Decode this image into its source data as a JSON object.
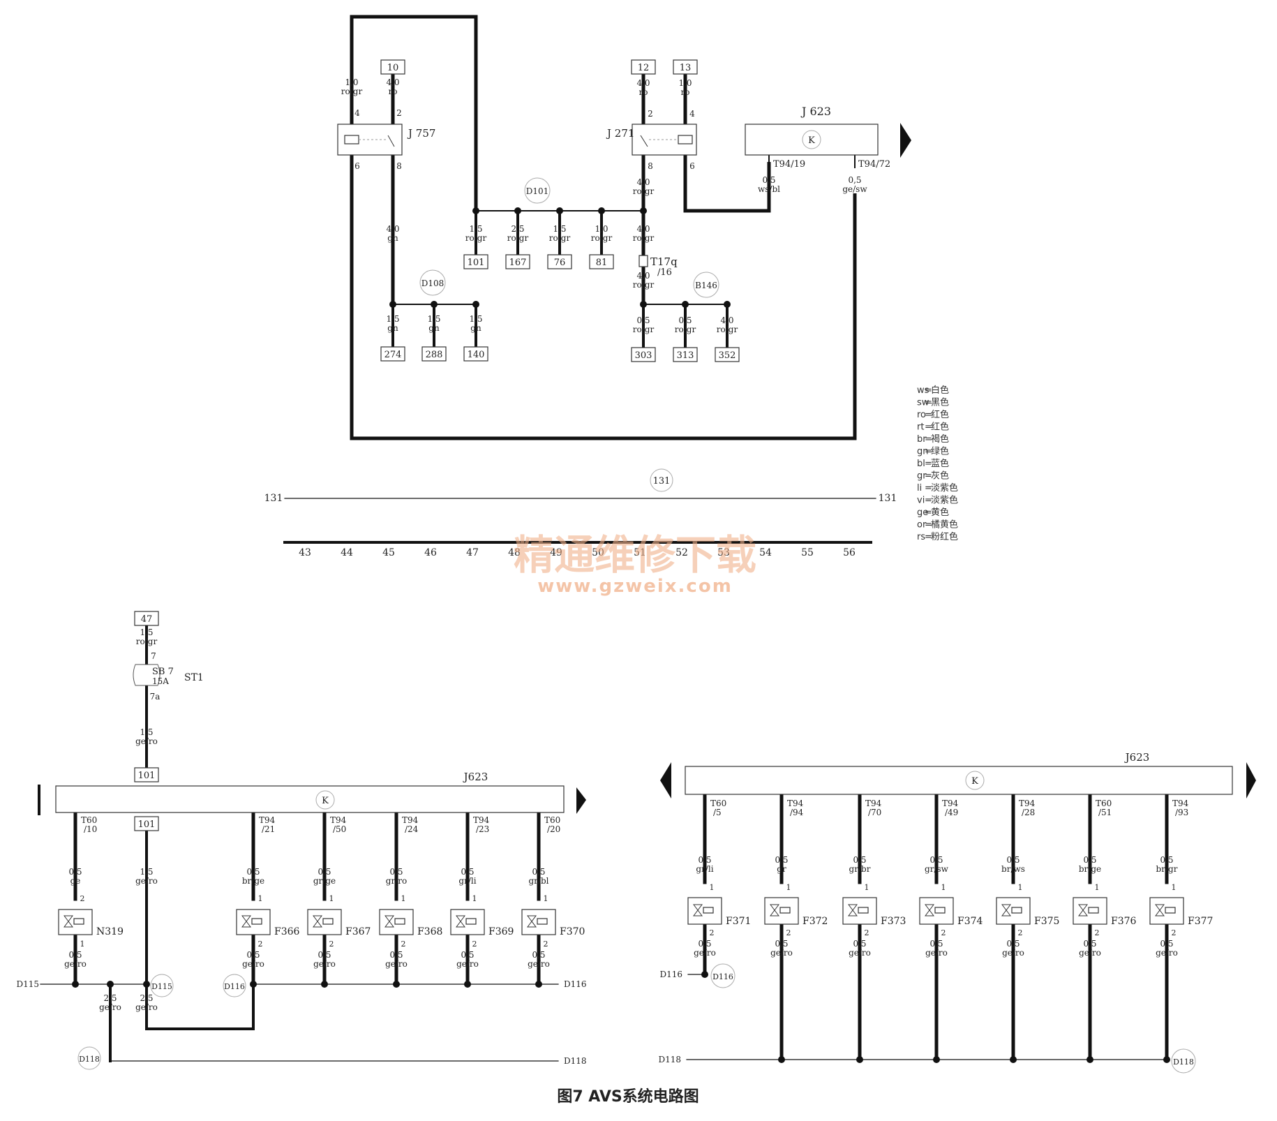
{
  "caption": "图7 AVS系统电路图",
  "watermark": {
    "line1": "精通维修下载",
    "line2": "www.gzweix.com"
  },
  "legend": [
    {
      "code": "ws",
      "name": "白色"
    },
    {
      "code": "sw",
      "name": "黑色"
    },
    {
      "code": "ro",
      "name": "红色"
    },
    {
      "code": "rt",
      "name": "红色"
    },
    {
      "code": "br",
      "name": "褐色"
    },
    {
      "code": "gn",
      "name": "绿色"
    },
    {
      "code": "bl",
      "name": "蓝色"
    },
    {
      "code": "gr",
      "name": "灰色"
    },
    {
      "code": "li",
      "name": "淡紫色"
    },
    {
      "code": "vi",
      "name": "淡紫色"
    },
    {
      "code": "ge",
      "name": "黄色"
    },
    {
      "code": "or",
      "name": "橘黄色"
    },
    {
      "code": "rs",
      "name": "粉红色"
    }
  ],
  "top": {
    "terminals": {
      "t10": "10",
      "t12": "12",
      "t13": "13"
    },
    "relays": {
      "j757": "J 757",
      "j271": "J 271"
    },
    "j623": "J 623",
    "k": "K",
    "j623_pins": [
      "T94/19",
      "T94/72"
    ],
    "connector_t17q": [
      "T17q",
      "/16"
    ],
    "wires": {
      "w_j757_4": [
        "1,0",
        "ro/gr"
      ],
      "w_j757_2": [
        "4,0",
        "ro"
      ],
      "w_j757_8": [
        "4,0",
        "gn"
      ],
      "w_j271_2": [
        "4,0",
        "ro"
      ],
      "w_j271_4": [
        "1,0",
        "ro"
      ],
      "w_j271_8": [
        "4,0",
        "ro/gr"
      ],
      "w_ws": [
        "0,5",
        "ws/bl"
      ],
      "w_ge": [
        "0,5",
        "ge/sw"
      ],
      "w_mid": [
        "4,0",
        "ro/gr"
      ]
    },
    "pins": {
      "j757": [
        "4",
        "2",
        "6",
        "8"
      ],
      "j271": [
        "2",
        "4",
        "8",
        "6"
      ]
    },
    "splices": {
      "d101": "D101",
      "d108": "D108",
      "b146": "B146"
    },
    "d101_branches": [
      {
        "wire": [
          "1,5",
          "ro/gr"
        ],
        "box": "101"
      },
      {
        "wire": [
          "2,5",
          "ro/gr"
        ],
        "box": "167"
      },
      {
        "wire": [
          "1,5",
          "ro/gr"
        ],
        "box": "76"
      },
      {
        "wire": [
          "1,0",
          "ro/gr"
        ],
        "box": "81"
      },
      {
        "wire": [
          "4,0",
          "ro/gr"
        ],
        "box": ""
      }
    ],
    "d108_branches": [
      {
        "wire": [
          "1,5",
          "gn"
        ],
        "box": "274"
      },
      {
        "wire": [
          "1,5",
          "gn"
        ],
        "box": "288"
      },
      {
        "wire": [
          "1,5",
          "gn"
        ],
        "box": "140"
      }
    ],
    "b146_branches": [
      {
        "wire": [
          "0,5",
          "ro/gr"
        ],
        "box": "303"
      },
      {
        "wire": [
          "0,5",
          "ro/gr"
        ],
        "box": "313"
      },
      {
        "wire": [
          "4,0",
          "ro/gr"
        ],
        "box": "352"
      }
    ],
    "bus131": {
      "left": "131",
      "right": "131",
      "circle": "131"
    }
  },
  "ruler": [
    "43",
    "44",
    "45",
    "46",
    "47",
    "48",
    "49",
    "50",
    "51",
    "52",
    "53",
    "54",
    "55",
    "56"
  ],
  "bottom_left": {
    "fuse_top_box": "47",
    "fuse_in_wire": [
      "1,5",
      "ro/gr"
    ],
    "fuse_pin_top": "7",
    "fuse_pin_bot": "7a",
    "fuse_label": [
      "SB 7",
      "15A"
    ],
    "fuse_group": "ST1",
    "fuse_out_wire": [
      "1,5",
      "ge/ro"
    ],
    "fuse_bottom_box": "101",
    "j623": "J623",
    "k": "K",
    "box101": "101",
    "wire101": [
      "1,5",
      "ge/ro"
    ],
    "branches": [
      {
        "pin": [
          "T60",
          "/10"
        ],
        "wire": [
          "0,5",
          "ge"
        ],
        "label": "N319",
        "pin_top": "2",
        "pin_bot": "1",
        "out": [
          "0,5",
          "ge/ro"
        ]
      },
      {
        "pin": [
          "T94",
          "/21"
        ],
        "wire": [
          "0,5",
          "br/ge"
        ],
        "label": "F366",
        "pin_top": "1",
        "pin_bot": "2",
        "out": [
          "0,5",
          "ge/ro"
        ]
      },
      {
        "pin": [
          "T94",
          "/50"
        ],
        "wire": [
          "0,5",
          "gr/ge"
        ],
        "label": "F367",
        "pin_top": "1",
        "pin_bot": "2",
        "out": [
          "0,5",
          "ge/ro"
        ]
      },
      {
        "pin": [
          "T94",
          "/24"
        ],
        "wire": [
          "0,5",
          "gr/ro"
        ],
        "label": "F368",
        "pin_top": "1",
        "pin_bot": "2",
        "out": [
          "0,5",
          "ge/ro"
        ]
      },
      {
        "pin": [
          "T94",
          "/23"
        ],
        "wire": [
          "0,5",
          "gr/li"
        ],
        "label": "F369",
        "pin_top": "1",
        "pin_bot": "2",
        "out": [
          "0,5",
          "ge/ro"
        ]
      },
      {
        "pin": [
          "T60",
          "/20"
        ],
        "wire": [
          "0,5",
          "gr/bl"
        ],
        "label": "F370",
        "pin_top": "1",
        "pin_bot": "2",
        "out": [
          "0,5",
          "ge/ro"
        ]
      }
    ],
    "d115_left": "D115",
    "d115": "D115",
    "d116": "D116",
    "d116_right": "D116",
    "w_d118a": [
      "2,5",
      "ge/ro"
    ],
    "w_d118b": [
      "2,5",
      "ge/ro"
    ],
    "d118": "D118",
    "d118_right": "D118"
  },
  "bottom_right": {
    "j623": "J623",
    "k": "K",
    "branches": [
      {
        "pin": [
          "T60",
          "/5"
        ],
        "wire": [
          "0,5",
          "gr/li"
        ],
        "label": "F371",
        "out": [
          "0,5",
          "ge/ro"
        ]
      },
      {
        "pin": [
          "T94",
          "/94"
        ],
        "wire": [
          "0,5",
          "gr"
        ],
        "label": "F372",
        "out": [
          "0,5",
          "ge/ro"
        ]
      },
      {
        "pin": [
          "T94",
          "/70"
        ],
        "wire": [
          "0,5",
          "gr/br"
        ],
        "label": "F373",
        "out": [
          "0,5",
          "ge/ro"
        ]
      },
      {
        "pin": [
          "T94",
          "/49"
        ],
        "wire": [
          "0,5",
          "gr/sw"
        ],
        "label": "F374",
        "out": [
          "0,5",
          "ge/ro"
        ]
      },
      {
        "pin": [
          "T94",
          "/28"
        ],
        "wire": [
          "0,5",
          "br/ws"
        ],
        "label": "F375",
        "out": [
          "0,5",
          "ge/ro"
        ]
      },
      {
        "pin": [
          "T60",
          "/51"
        ],
        "wire": [
          "0,5",
          "br/ge"
        ],
        "label": "F376",
        "out": [
          "0,5",
          "ge/ro"
        ]
      },
      {
        "pin": [
          "T94",
          "/93"
        ],
        "wire": [
          "0,5",
          "br/gr"
        ],
        "label": "F377",
        "out": [
          "0,5",
          "ge/ro"
        ]
      }
    ],
    "pin_top": "1",
    "pin_bot": "2",
    "d116_left": "D116",
    "d116": "D116",
    "d118_left": "D118",
    "d118": "D118"
  }
}
